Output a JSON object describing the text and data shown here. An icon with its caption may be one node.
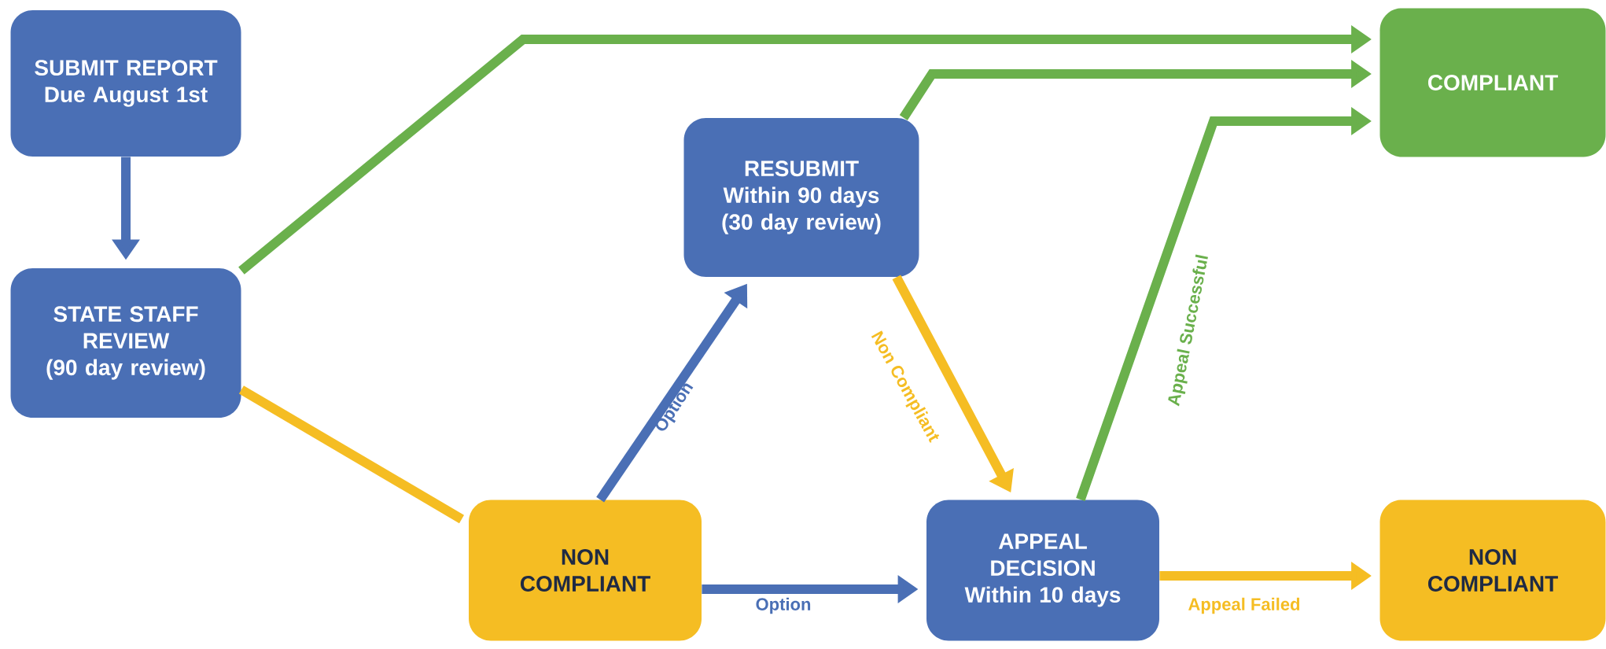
{
  "diagram": {
    "nodes": [
      {
        "text": [
          "SUBMIT REPORT",
          "Due August 1st"
        ]
      },
      {
        "text": [
          "STATE STAFF REVIEW",
          "(90 day review)"
        ]
      },
      {
        "text": [
          "RESUBMIT",
          "Within 90 days (30 day review)"
        ]
      },
      {
        "text": [
          "NON COMPLIANT"
        ]
      },
      {
        "text": [
          "APPEAL DECISION",
          "Within 10 days"
        ]
      },
      {
        "text": [
          "COMPLIANT"
        ]
      },
      {
        "text": [
          "NON COMPLIANT"
        ]
      }
    ],
    "edges": [
      {
        "from": 0,
        "to": 1,
        "arrow": "to",
        "color": "#4a6fb5"
      },
      {
        "from": 1,
        "to": 5,
        "arrow": "to",
        "color": "#6ab04c"
      },
      {
        "from": 1,
        "to": 3,
        "arrow": "none",
        "color": "#f5bd23"
      },
      {
        "from": 3,
        "to": 2,
        "arrow": "to",
        "label": "Option",
        "color": "#4a6fb5"
      },
      {
        "from": 3,
        "to": 4,
        "arrow": "to",
        "label": "Option",
        "color": "#4a6fb5"
      },
      {
        "from": 2,
        "to": 5,
        "arrow": "to",
        "color": "#6ab04c"
      },
      {
        "from": 2,
        "to": 4,
        "arrow": "to",
        "label": "Non Compliant",
        "color": "#f5bd23"
      },
      {
        "from": 4,
        "to": 5,
        "arrow": "to",
        "label": "Appeal Successful",
        "color": "#6ab04c"
      },
      {
        "from": 4,
        "to": 6,
        "arrow": "to",
        "label": "Appeal Failed",
        "color": "#f5bd23"
      }
    ]
  }
}
